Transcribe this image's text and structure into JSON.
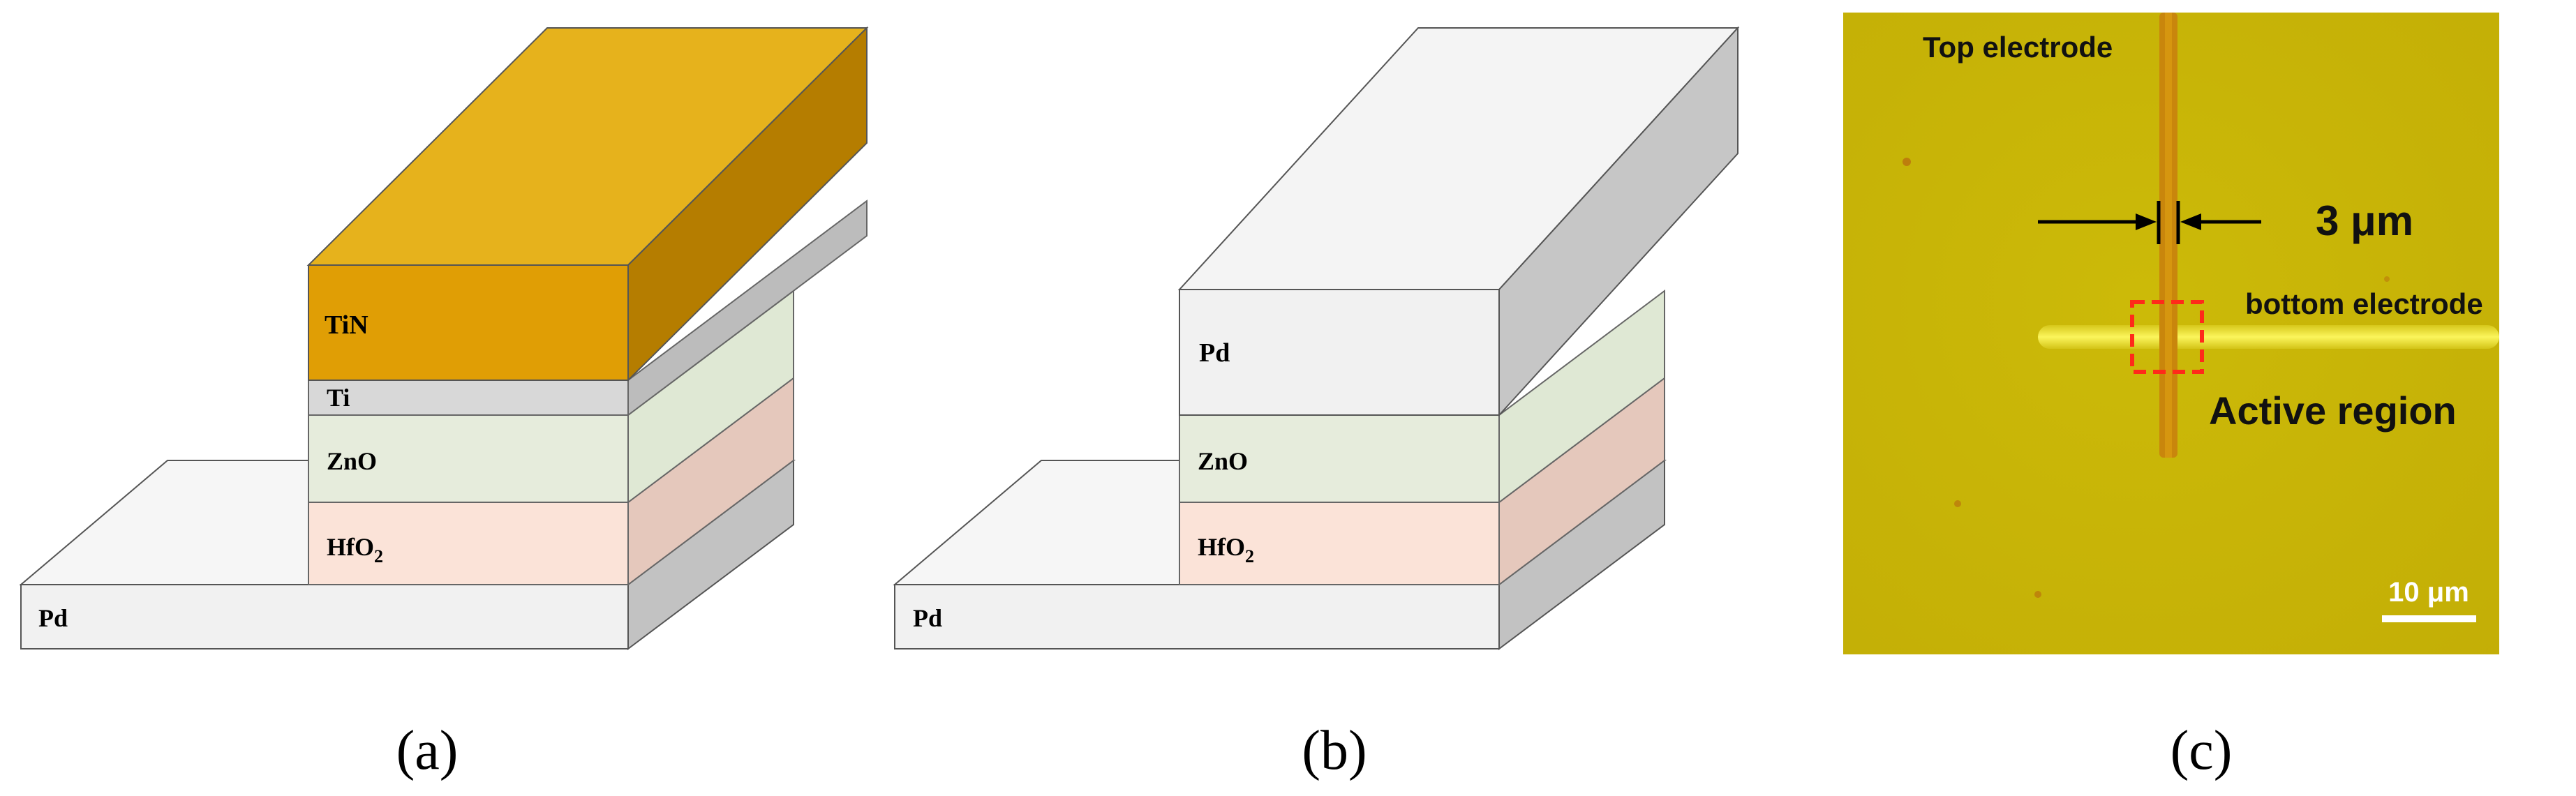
{
  "panel_a": {
    "layers": {
      "top": "TiN",
      "adhesion": "Ti",
      "switching": "ZnO",
      "oxide_base": "HfO",
      "oxide_sub": "2",
      "bottom": "Pd"
    },
    "caption": "(a)"
  },
  "panel_b": {
    "layers": {
      "top": "Pd",
      "switching": "ZnO",
      "oxide_base": "HfO",
      "oxide_sub": "2",
      "bottom": "Pd"
    },
    "caption": "(b)"
  },
  "panel_c": {
    "top_electrode": "Top electrode",
    "gap_label": "3 μm",
    "bottom_electrode": "bottom electrode",
    "active_region": "Active region",
    "scale_bar": "10 μm",
    "caption": "(c)"
  },
  "colors": {
    "tin": "#e09e05",
    "pd": "#f1f1f1",
    "ti": "#d8d8d8",
    "zno": "#e6ecdc",
    "hfo2": "#fbe3d8",
    "micrograph": "#c8b406",
    "active_box": "#ff2a1a"
  }
}
